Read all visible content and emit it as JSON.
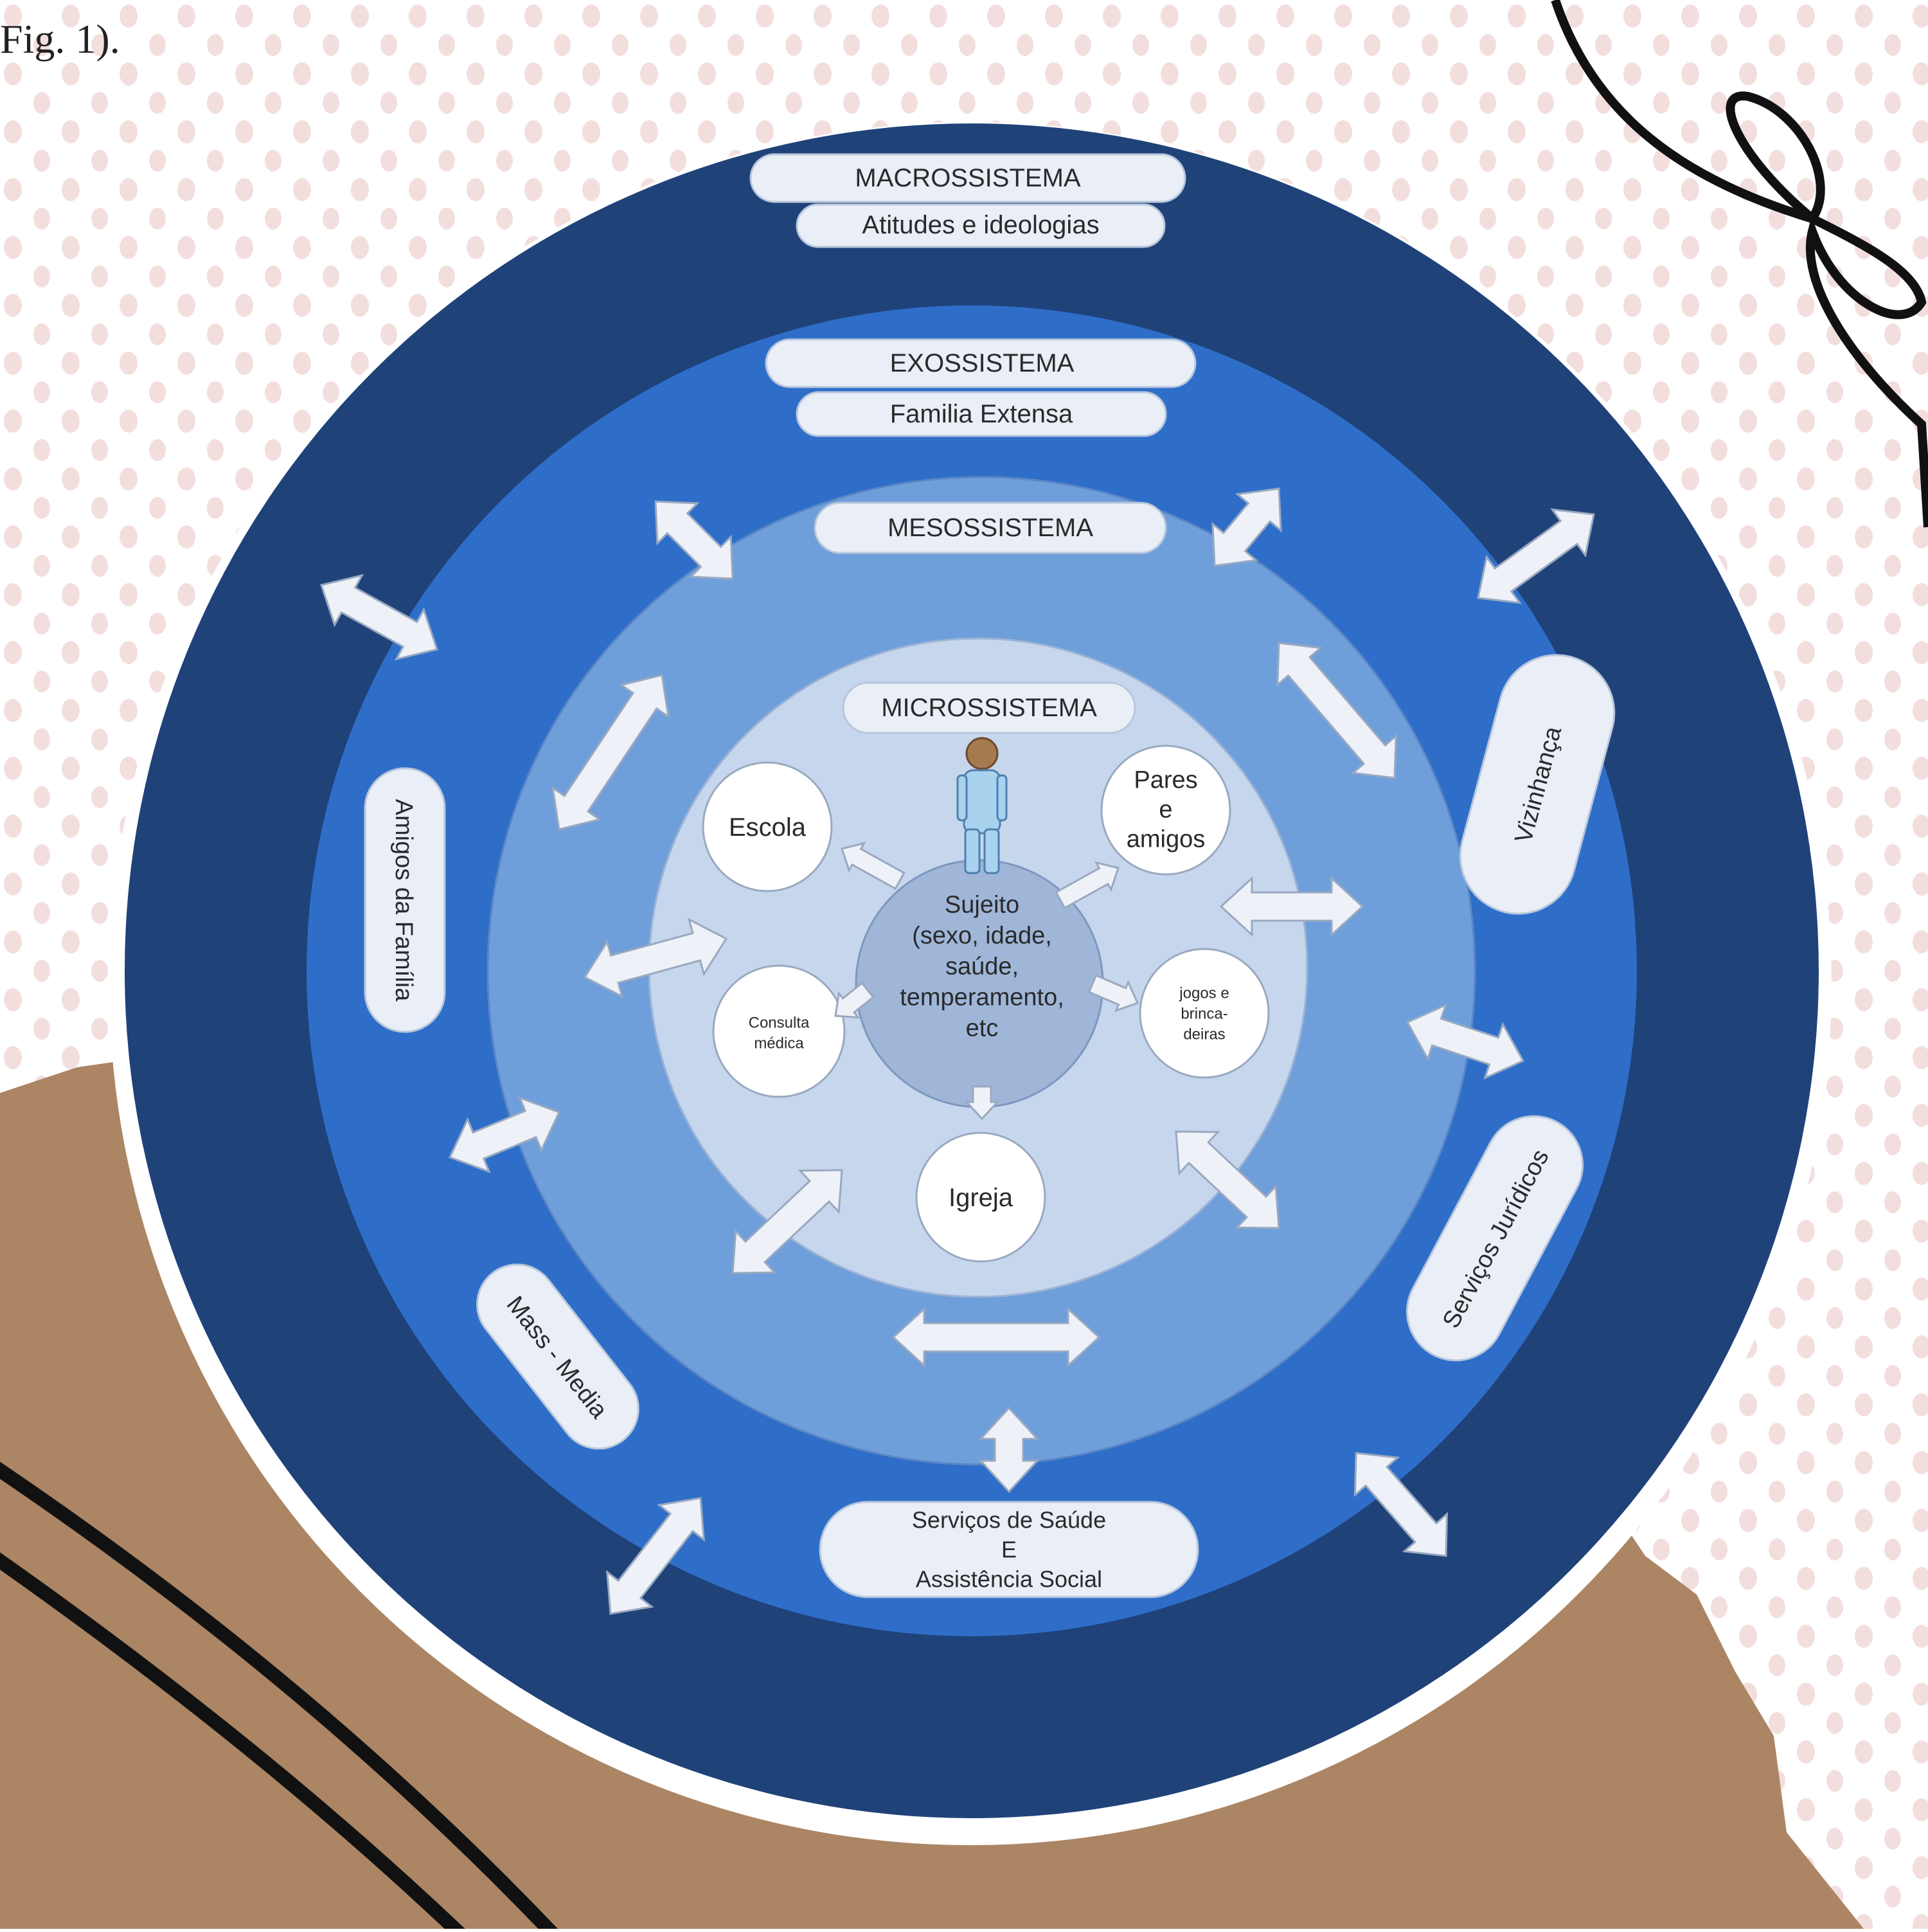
{
  "caption": "Fig. 1).",
  "rings": {
    "macro": {
      "title": "MACROSSISTEMA",
      "subtitle": "Atitudes e ideologias"
    },
    "exo": {
      "title": "EXOSSISTEMA",
      "subtitle": "Familia Extensa"
    },
    "meso": {
      "title": "MESOSSISTEMA"
    },
    "micro": {
      "title": "MICROSSISTEMA"
    }
  },
  "subject": {
    "lines": [
      "Sujeito",
      "(sexo, idade,",
      "saúde,",
      "temperamento,",
      "etc"
    ]
  },
  "micro_nodes": [
    {
      "lines": [
        "Escola"
      ]
    },
    {
      "lines": [
        "Pares",
        "e",
        "amigos"
      ]
    },
    {
      "lines": [
        "Consulta",
        "médica"
      ]
    },
    {
      "lines": [
        "jogos e",
        "brinca-",
        "deiras"
      ]
    },
    {
      "lines": [
        "Igreja"
      ]
    }
  ],
  "exo_pills": [
    {
      "text": "Amigos da Família"
    },
    {
      "text": "Vizinhança"
    },
    {
      "text": "Mass - Media"
    },
    {
      "text": "Serviços Jurídicos"
    }
  ],
  "health_pill": {
    "lines": [
      "Serviços de Saúde",
      "E",
      "Assistência Social"
    ]
  },
  "colors": {
    "macro": "#1f4279",
    "exo": "#2e6ec9",
    "meso": "#6f9fdb",
    "micro": "#c6d6ec",
    "subject": "#9fb6d8",
    "pill": "#e9eef7",
    "kraft": "#ab8564",
    "dots": "#f3dede"
  }
}
